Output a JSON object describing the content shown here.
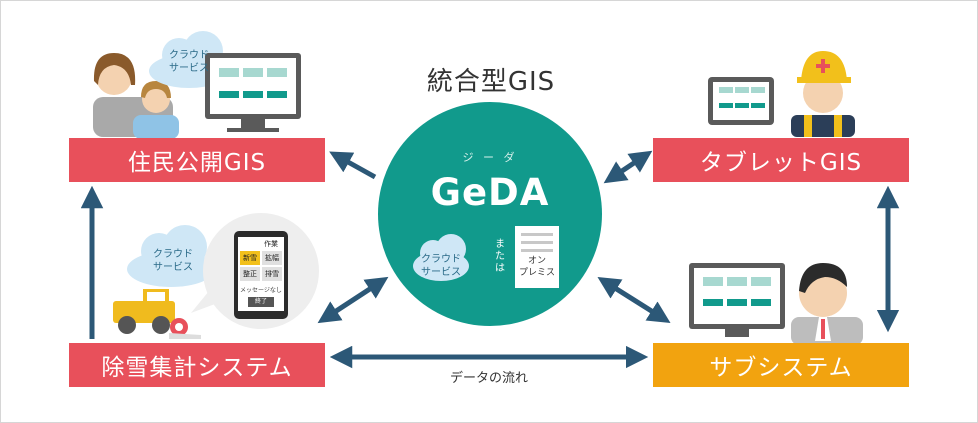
{
  "title": "統合型GIS",
  "center": {
    "furigana": "ジ ー ダ",
    "name": "GeDA",
    "cloud_label": [
      "クラウド",
      "サービス"
    ],
    "or_label": [
      "ま",
      "た",
      "は"
    ],
    "onprem_label": [
      "オン",
      "プレミス"
    ]
  },
  "systems": {
    "resident": "住民公開GIS",
    "tablet": "タブレットGIS",
    "snow": "除雪集計システム",
    "sub": "サブシステム"
  },
  "clouds": {
    "resident_cloud": [
      "クラウド",
      "サービス"
    ],
    "snow_cloud": [
      "クラウド",
      "サービス"
    ]
  },
  "phone": {
    "header": "作業",
    "buttons": [
      "新雪",
      "拡幅",
      "整正",
      "排雪"
    ],
    "message": "メッセージなし",
    "footer_btn": "終了"
  },
  "flow_label": "データの流れ",
  "colors": {
    "teal": "#119a8c",
    "red_box": "#e8505b",
    "orange_box": "#f2a30f",
    "arrow": "#2c5877",
    "cloud": "#cfe7f6"
  }
}
